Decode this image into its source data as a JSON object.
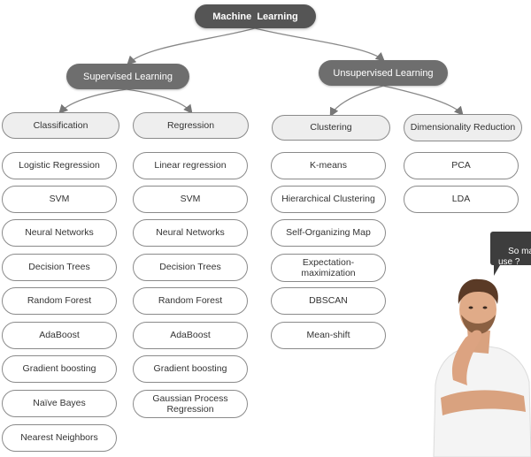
{
  "root": {
    "label": "Machine  Learning"
  },
  "level1": {
    "supervised": "Supervised Learning",
    "unsupervised": "Unsupervised Learning"
  },
  "categories": {
    "classification": "Classification",
    "regression": "Regression",
    "clustering": "Clustering",
    "dimensionality": "Dimensionality Reduction"
  },
  "classification_items": [
    "Logistic Regression",
    "SVM",
    "Neural Networks",
    "Decision Trees",
    "Random Forest",
    "AdaBoost",
    "Gradient boosting",
    "Naïve Bayes",
    "Nearest Neighbors"
  ],
  "regression_items": [
    "Linear regression",
    "SVM",
    "Neural Networks",
    "Decision Trees",
    "Random Forest",
    "AdaBoost",
    "Gradient boosting",
    "Gaussian Process Regression"
  ],
  "clustering_items": [
    "K-means",
    "Hierarchical Clustering",
    "Self-Organizing Map",
    "Expectation-maximization",
    "DBSCAN",
    "Mean-shift"
  ],
  "dimensionality_items": [
    "PCA",
    "LDA"
  ],
  "speech_bubble": {
    "text": "So many\nuse ?"
  },
  "person_image": {
    "description": "man thinking"
  },
  "colors": {
    "root_fill": "#555555",
    "level1_fill": "#6e6e6e",
    "category_fill": "#eeeeee",
    "item_fill": "#ffffff",
    "outline": "#8a8a8a",
    "bubble_fill": "#3d3d3d"
  }
}
